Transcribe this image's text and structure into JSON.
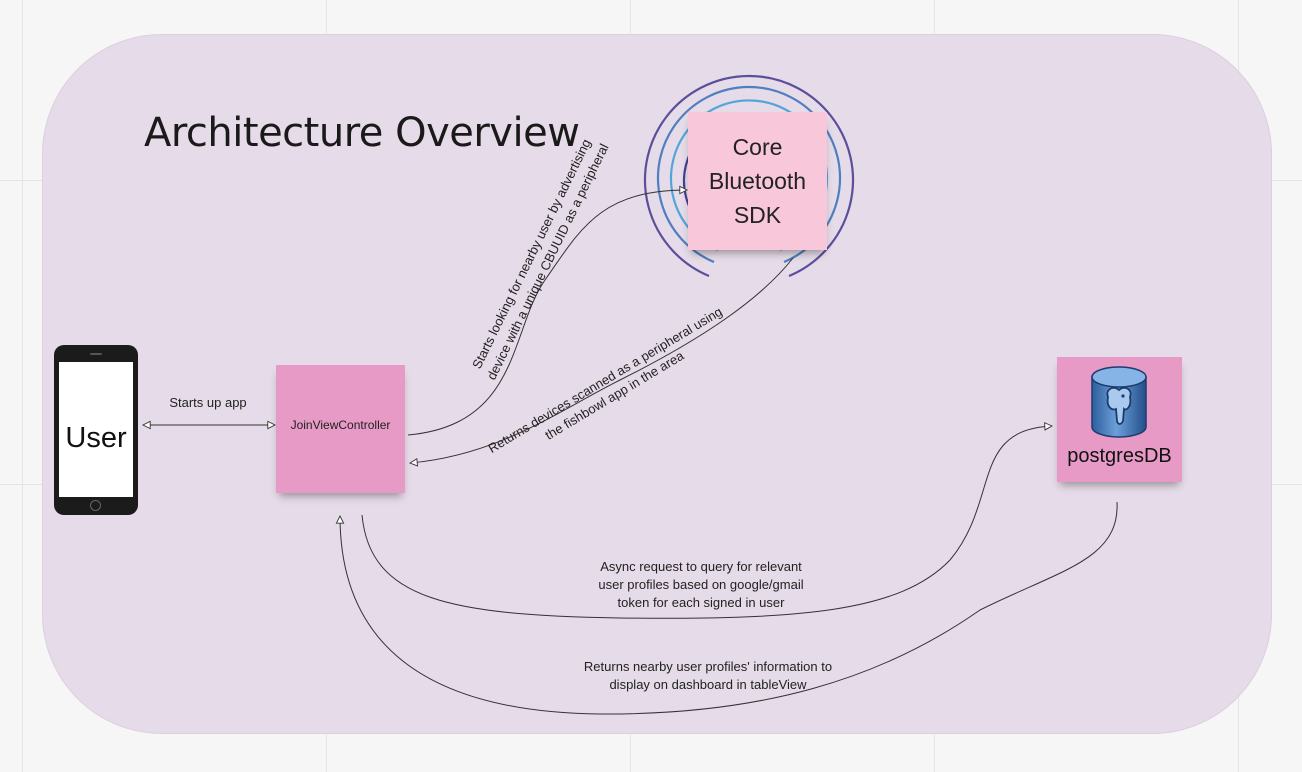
{
  "diagram": {
    "title": "Architecture Overview",
    "nodes": {
      "user": {
        "label": "User",
        "icon": "phone-icon"
      },
      "join_view_controller": {
        "label": "JoinViewController"
      },
      "core_bluetooth": {
        "label": "Core\nBluetooth\nSDK",
        "icon": "broadcast-rings-icon"
      },
      "postgres": {
        "label": "postgresDB",
        "icon": "postgresql-elephant-icon"
      }
    },
    "edges": {
      "starts_up_app": "Starts up app",
      "starts_looking": "Starts looking for nearby user by advertising\ndevice with a unique CBUUID as a peripheral",
      "returns_devices": "Returns devices scanned as a peripheral using\nthe fishbowl app in the area",
      "async_request": "Async request to query for relevant\nuser profiles based on google/gmail\ntoken for each signed in user",
      "returns_profiles": "Returns nearby user profiles' information to\ndisplay on dashboard in tableView"
    },
    "colors": {
      "frame": "#e6dbe8",
      "join_note": "#e69ac5",
      "bluetooth_note": "#f8c7da",
      "postgres_note": "#e89ac6",
      "rings_outer": "#4fb0e0",
      "rings_inner": "#4a3d8f"
    }
  }
}
